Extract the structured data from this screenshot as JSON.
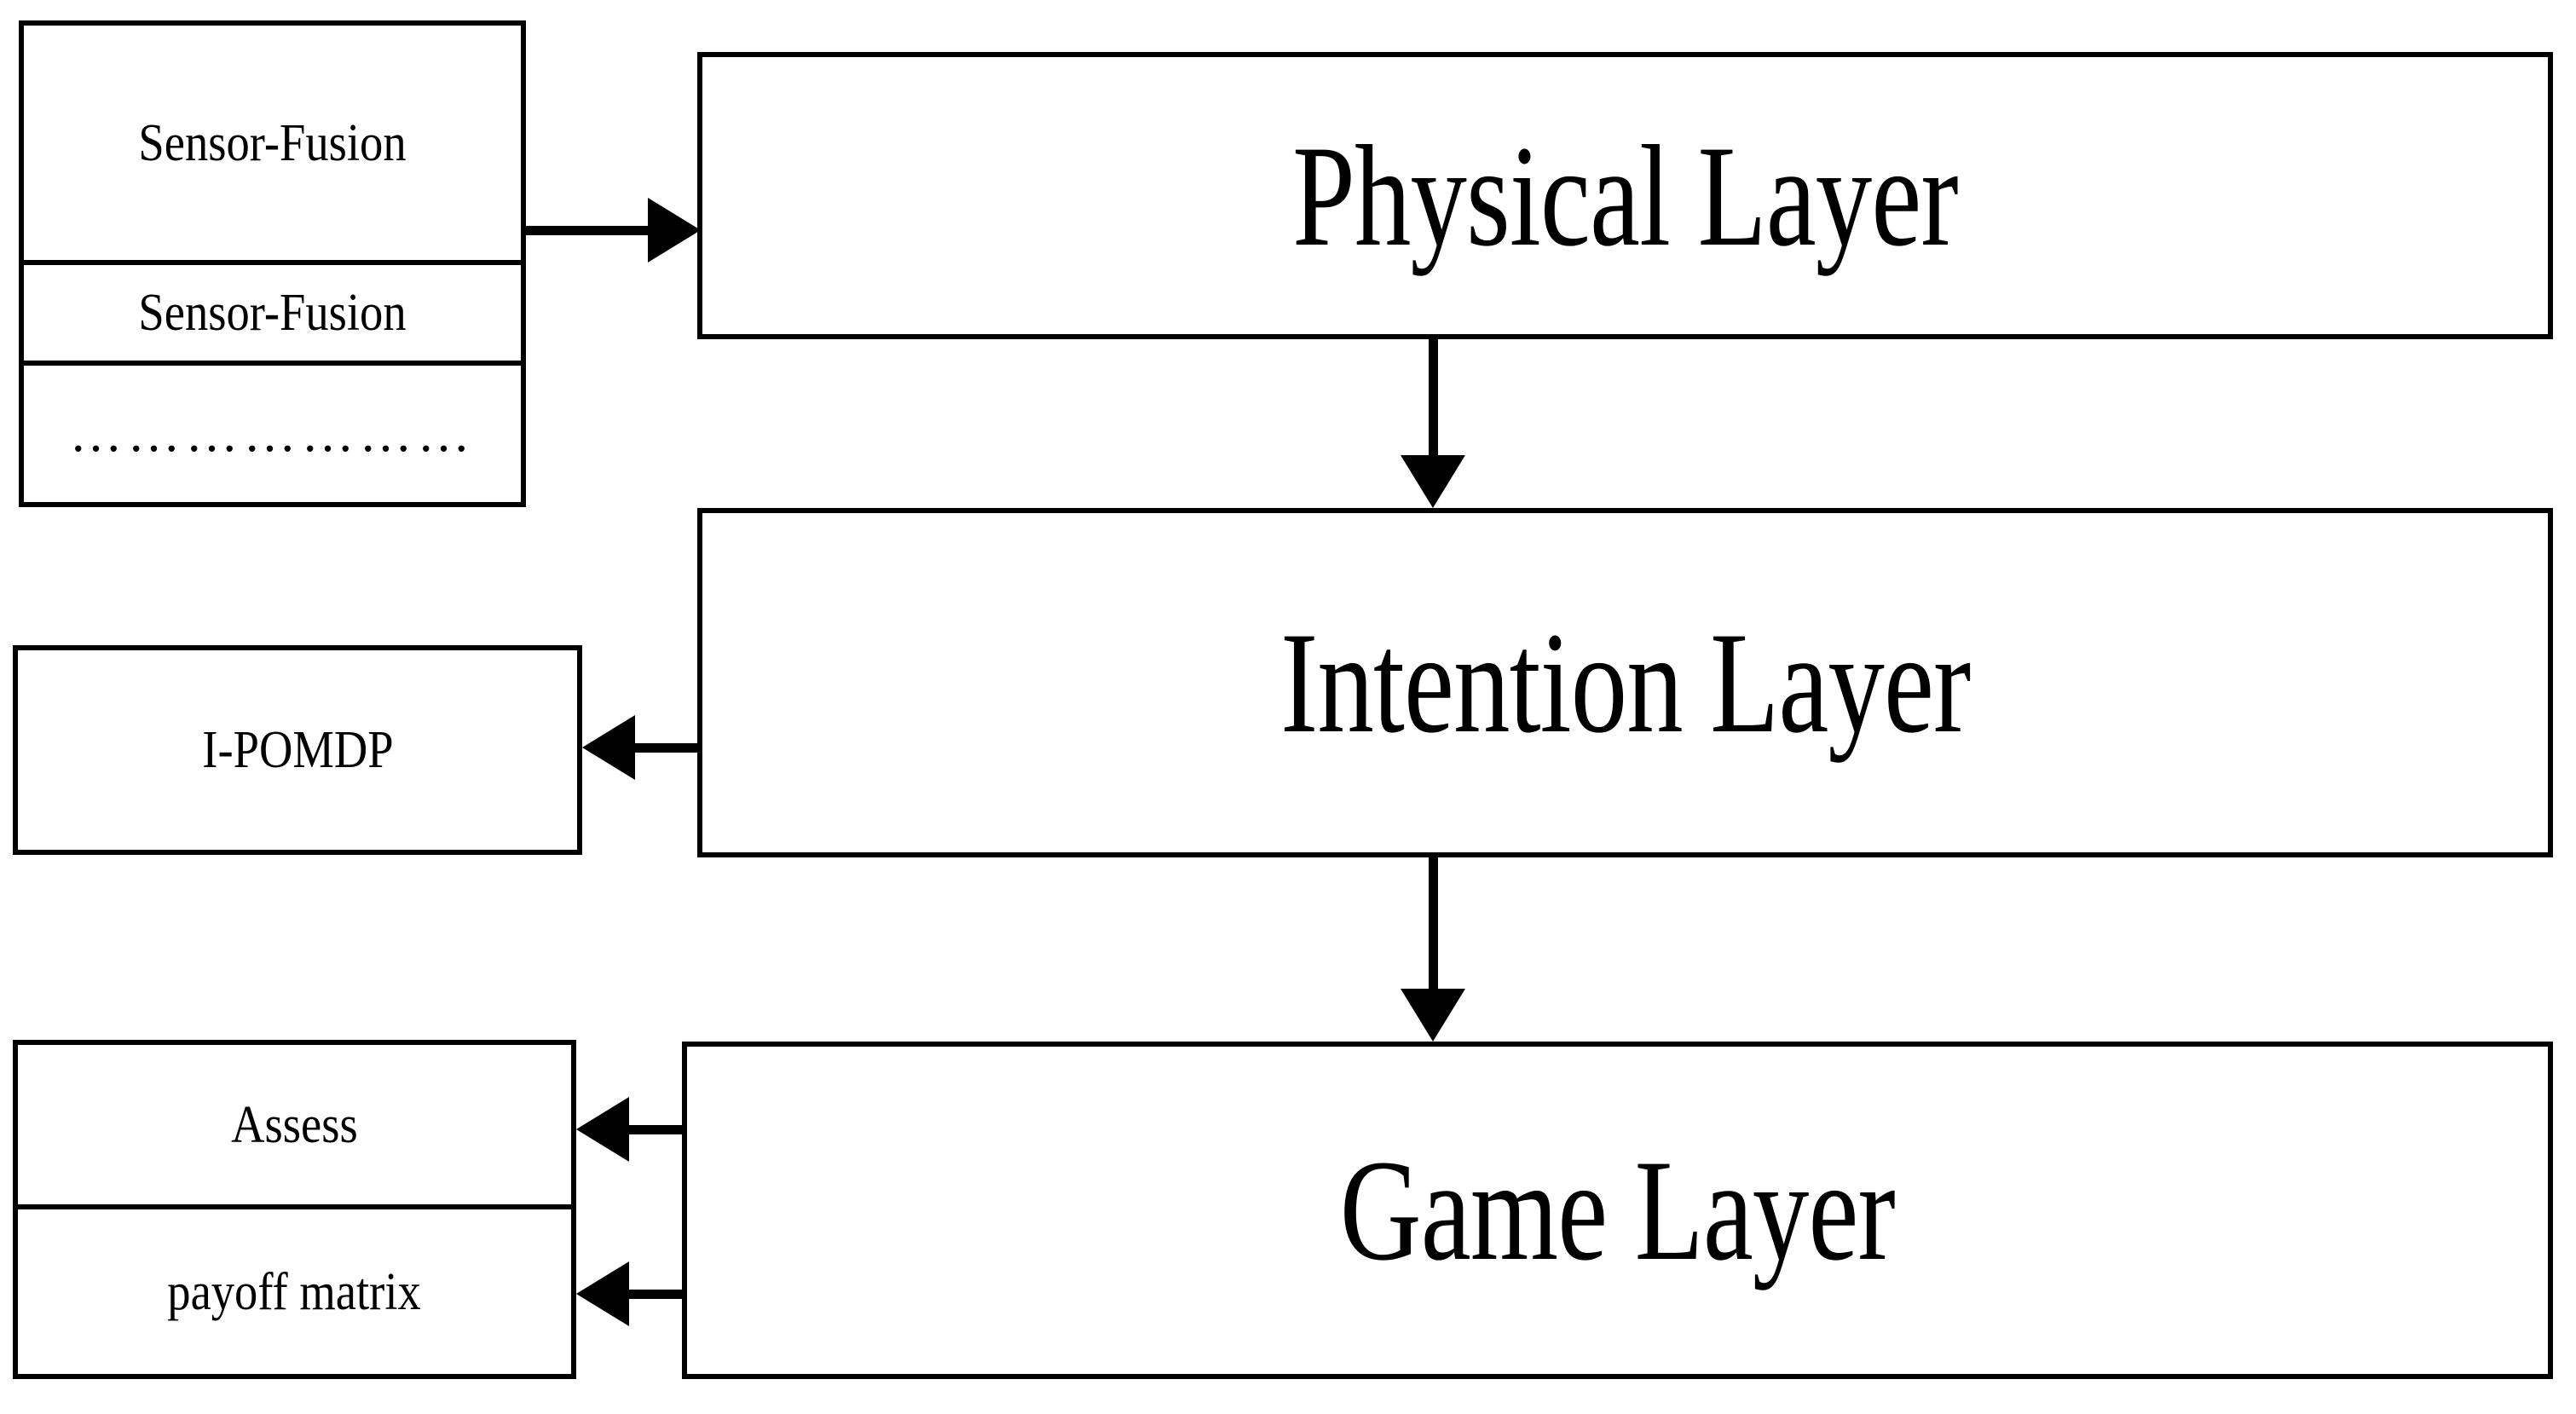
{
  "diagram": {
    "title": "Three-layer architecture diagram",
    "stroke_color": "#000000",
    "background_color": "#ffffff"
  },
  "sensor_module": {
    "rows": [
      {
        "label": "Sensor-Fusion"
      },
      {
        "label": "Sensor-Fusion"
      },
      {
        "label": "…………………"
      }
    ]
  },
  "side_modules": {
    "ipomdp": {
      "label": "I-POMDP"
    },
    "game_support": {
      "rows": [
        {
          "label": "Assess"
        },
        {
          "label": "payoff matrix"
        }
      ]
    }
  },
  "layers": [
    {
      "label": "Physical Layer"
    },
    {
      "label": "Intention Layer"
    },
    {
      "label": "Game Layer"
    }
  ],
  "connections": [
    {
      "name": "sensor-to-physical",
      "direction": "right"
    },
    {
      "name": "physical-to-intention",
      "direction": "down"
    },
    {
      "name": "intention-to-ipomdp",
      "direction": "left"
    },
    {
      "name": "intention-to-game",
      "direction": "down"
    },
    {
      "name": "game-to-assess",
      "direction": "left"
    },
    {
      "name": "game-to-payoff-matrix",
      "direction": "left"
    }
  ]
}
